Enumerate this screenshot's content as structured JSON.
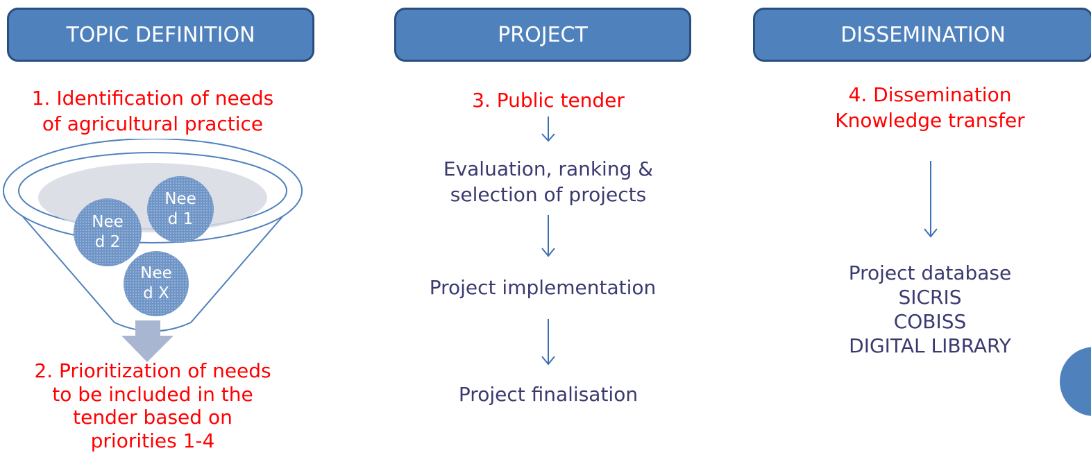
{
  "headers": {
    "topic": "TOPIC DEFINITION",
    "project": "PROJECT",
    "dissemination": "DISSEMINATION"
  },
  "topic": {
    "step1": [
      "1. Identification of needs",
      "of agricultural practice"
    ],
    "needs": [
      {
        "line1": "Nee",
        "line2": "d 2"
      },
      {
        "line1": "Nee",
        "line2": "d 1"
      },
      {
        "line1": "Nee",
        "line2": "d X"
      }
    ],
    "step2": [
      "2. Prioritization of needs",
      "to be included in the",
      "tender based on",
      "priorities 1-4"
    ]
  },
  "project": {
    "step3": "3. Public tender",
    "evaluation": [
      "Evaluation, ranking &",
      "selection of projects"
    ],
    "implementation": "Project implementation",
    "finalisation": "Project finalisation"
  },
  "dissemination": {
    "step4": [
      "4. Dissemination",
      "Knowledge transfer"
    ],
    "outputs": [
      "Project database",
      "SICRIS",
      "COBISS",
      "DIGITAL LIBRARY"
    ]
  },
  "colors": {
    "header_fill": "#4f81bd",
    "header_border": "#2a4e7e",
    "step_text": "#ff0000",
    "body_text": "#3a3a70",
    "arrow": "#3d6fb5"
  }
}
